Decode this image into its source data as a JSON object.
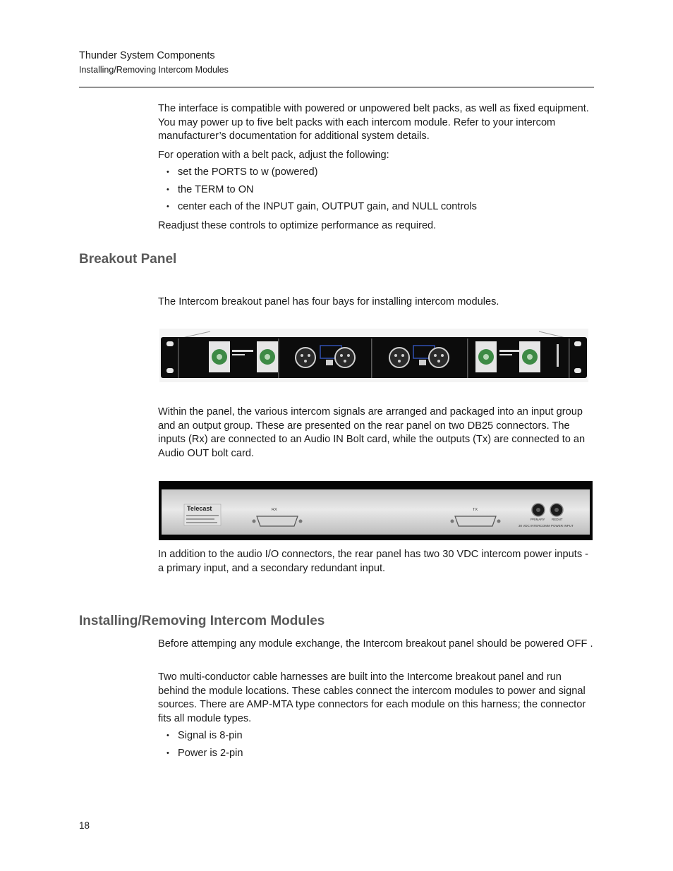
{
  "header": {
    "title": "Thunder System Components",
    "subtitle": "Installing/Removing Intercom Modules"
  },
  "intro": {
    "para1": "The interface is compatible with powered or unpowered belt packs, as well as fixed equipment. You may power up to five belt packs with each intercom module. Refer to your intercom manufacturer’s documentation for additional system details.",
    "para2": "For operation with a belt pack, adjust the following:",
    "bullets": [
      "set the PORTS to w (powered)",
      "the TERM to ON",
      "center each of the INPUT gain, OUTPUT gain, and NULL controls"
    ],
    "para3": "Readjust these controls to optimize performance as required."
  },
  "breakout": {
    "heading": "Breakout Panel",
    "para1": "The Intercom breakout panel has four bays for installing intercom modules.",
    "para2": "Within the panel, the various intercom signals are arranged and packaged into an input group and an output group. These are presented on the rear panel on two DB25 connectors. The inputs (Rx) are connected to an Audio IN Bolt card, while the outputs (Tx) are connected to an Audio OUT bolt card.",
    "para3": "In addition to the audio I/O connectors, the rear panel has two 30 VDC intercom power inputs - a primary input, and a secondary redundant input.",
    "rear_panel": {
      "brand": "Telecast",
      "rx_label": "RX",
      "tx_label": "TX",
      "primary_label": "PRIMARY",
      "redundant_label": "REDNT",
      "power_label": "30 VDC INTERCOMM POWER INPUT"
    }
  },
  "installing": {
    "heading": "Installing/Removing Intercom Modules",
    "para1": "Before attemping any module exchange, the Intercom breakout panel should be powered OFF .",
    "para2": "Two multi-conductor cable harnesses are built into the Intercome breakout panel and run behind the module locations. These cables connect the intercom modules to power and signal sources. There are AMP-MTA type connectors for each module on this harness; the connector fits all module types.",
    "bullets": [
      "Signal is 8-pin",
      "Power is 2-pin"
    ]
  },
  "footer": {
    "page_number": "18"
  }
}
